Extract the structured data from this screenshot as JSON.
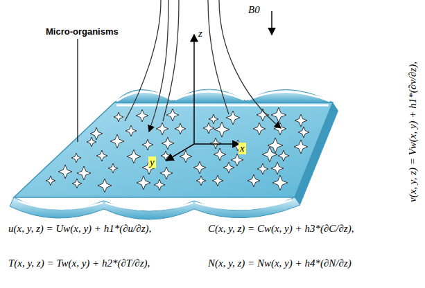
{
  "diagram": {
    "labels": [
      "Micro-organisms",
      "z",
      "B0",
      "x",
      "y",
      "u(x, y, z) = Uw(x, y) + h1*(∂u/∂z),",
      "C(x, y, z) = Cw(x, y) + h3*(∂C/∂z),",
      "T(x, y, z) = Tw(x, y) + h2*(∂T/∂z),",
      "N(x, y, z) = Nw(x, y) + h4*(∂N/∂z)",
      "v(x, y, z) = Vw(x, y) + h1*(∂v/∂z),"
    ]
  }
}
